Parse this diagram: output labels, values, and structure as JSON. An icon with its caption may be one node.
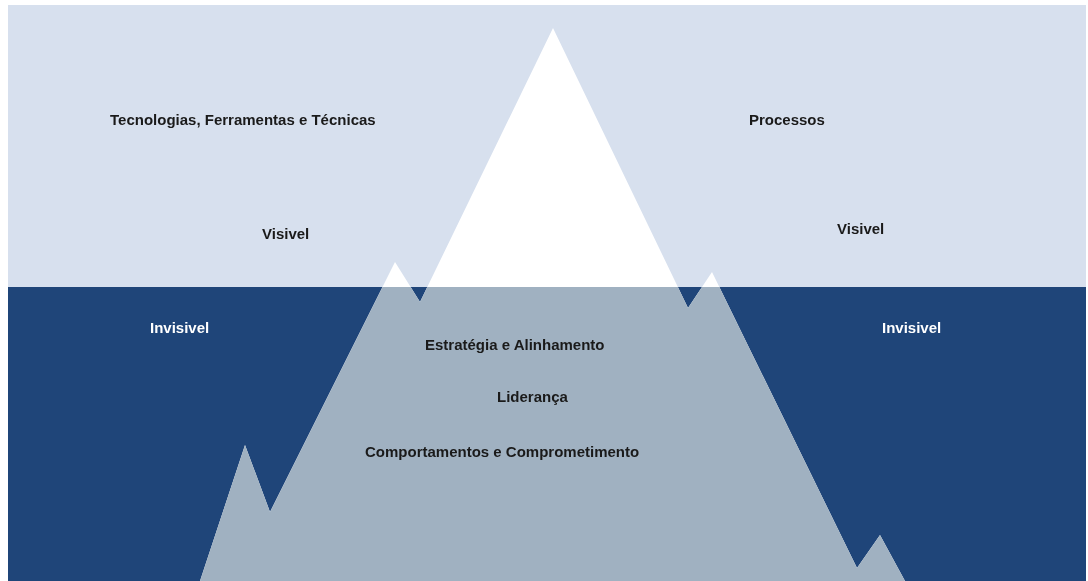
{
  "diagram": {
    "labels": [
      "Tecnologias, Ferramentas e Técnicas",
      "Processos",
      "Visivel",
      "Visivel",
      "Invisivel",
      "Invisivel",
      "Estratégia e Alinhamento",
      "Liderança",
      "Comportamentos e Comprometimento"
    ]
  }
}
